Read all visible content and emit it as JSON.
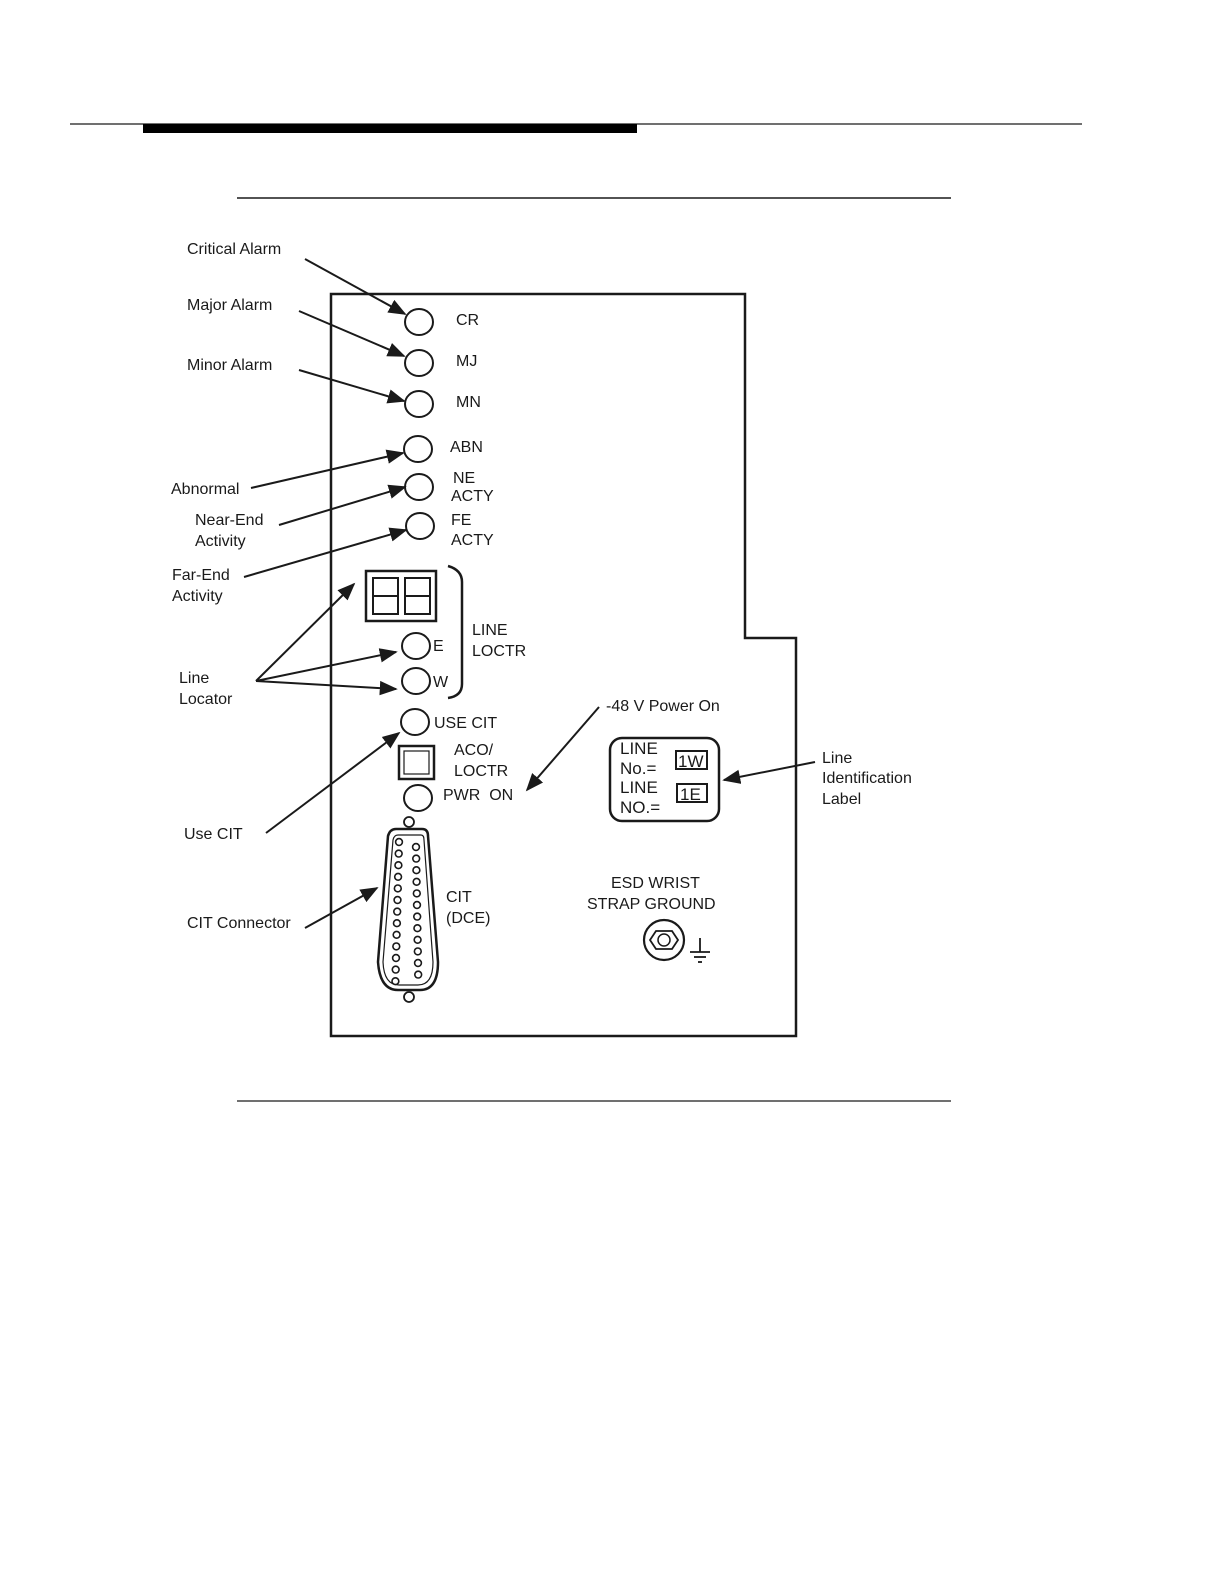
{
  "callouts": {
    "critical_alarm": "Critical Alarm",
    "major_alarm": "Major Alarm",
    "minor_alarm": "Minor Alarm",
    "abnormal": "Abnormal",
    "near_end_1": "Near-End",
    "near_end_2": "Activity",
    "far_end_1": "Far-End",
    "far_end_2": "Activity",
    "line_locator_1": "Line",
    "line_locator_2": "Locator",
    "use_cit": "Use CIT",
    "cit_connector": "CIT Connector",
    "power_on": "-48 V Power On",
    "line_id_1": "Line",
    "line_id_2": "Identification",
    "line_id_3": "Label"
  },
  "panel": {
    "cr": "CR",
    "mj": "MJ",
    "mn": "MN",
    "abn": "ABN",
    "ne_1": "NE",
    "ne_2": "ACTY",
    "fe_1": "FE",
    "fe_2": "ACTY",
    "e": "E",
    "w": "W",
    "line_loctr_1": "LINE",
    "line_loctr_2": "LOCTR",
    "use_cit": "USE CIT",
    "aco_1": "ACO/",
    "aco_2": "LOCTR",
    "pwr_on": "PWR  ON",
    "cit_1": "CIT",
    "cit_2": "(DCE)",
    "esd_1": "ESD WRIST",
    "esd_2": "STRAP GROUND"
  },
  "line_label": {
    "line_1": "LINE",
    "no_1": "No.=",
    "value_1": "1W",
    "line_2": "LINE",
    "no_2": "NO.=",
    "value_2": "1E"
  }
}
